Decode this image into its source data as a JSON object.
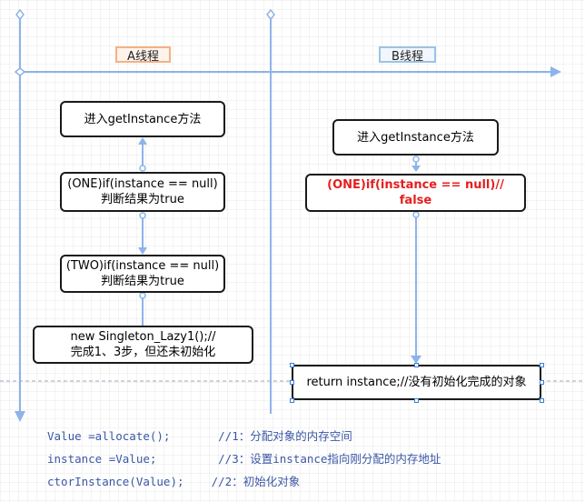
{
  "lanes": {
    "a_label": "A线程",
    "b_label": "B线程"
  },
  "thread_a": {
    "step1": "进入getInstance方法",
    "step2": "(ONE)if(instance == null)\n判断结果为true",
    "step3": "(TWO)if(instance == null)\n判断结果为true",
    "step4": "new Singleton_Lazy1();//\n完成1、3步，但还未初始化"
  },
  "thread_b": {
    "step1": "进入getInstance方法",
    "step2": "(ONE)if(instance == null)// false",
    "step3": "return instance;//没有初始化完成的对象"
  },
  "code_notes": [
    "Value =allocate();       //1：分配对象的内存空间",
    "instance =Value;         //3：设置instance指向刚分配的内存地址",
    "ctorInstance(Value);    //2：初始化对象"
  ],
  "colors": {
    "axis": "#8db4ea",
    "connector": "#8db4ea",
    "box_border": "#1a1a1a",
    "red_text": "#e61e1e",
    "lane_a_border": "#f4b183",
    "lane_b_border": "#9cc3e6",
    "code_text": "#3b57a5"
  }
}
